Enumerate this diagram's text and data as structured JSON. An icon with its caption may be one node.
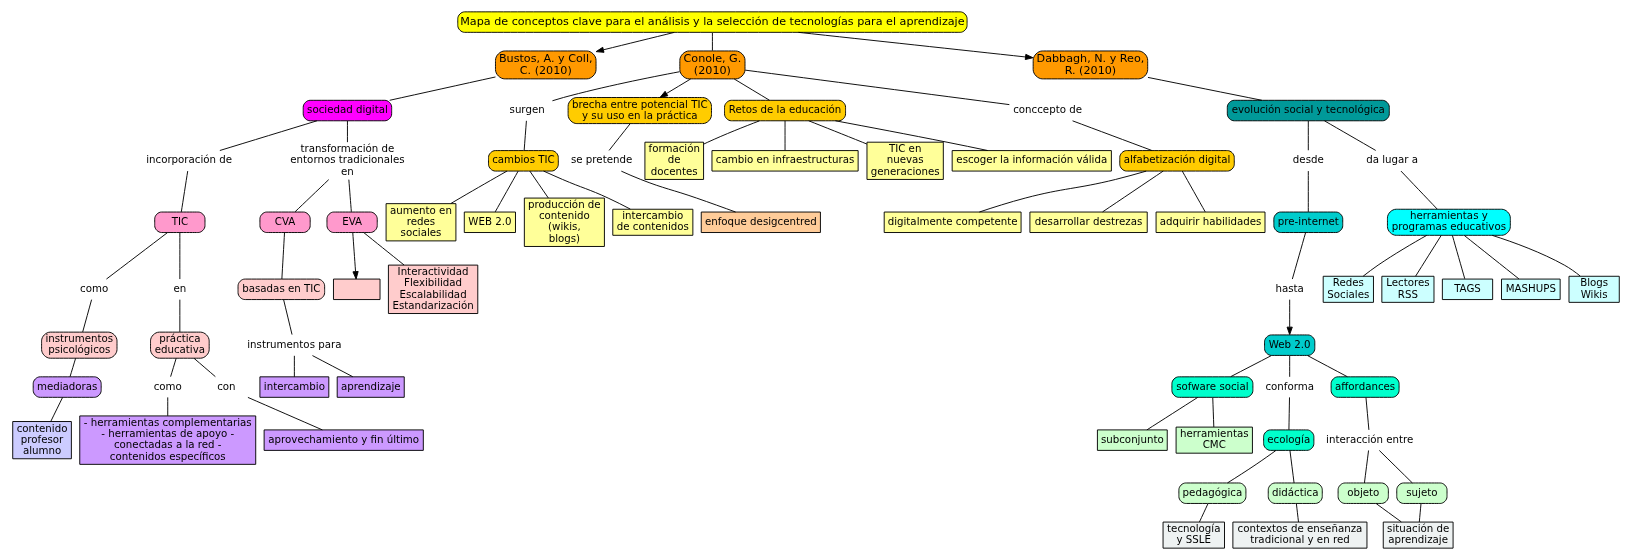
{
  "diagram": {
    "nodes": [
      {
        "text": [
          "Mapa de conceptos clave para el análisis y la selección de tecnologías para el aprendizaje"
        ]
      },
      {
        "text": [
          "Bustos, A. y Coll, C. (2010)"
        ]
      },
      {
        "text": [
          "Conole, G. (2010)"
        ]
      },
      {
        "text": [
          "Dabbagh, N. y Reo, R. (2010)"
        ]
      },
      {
        "text": [
          "sociedad digital"
        ]
      },
      {
        "text": [
          "incorporación de"
        ]
      },
      {
        "text": [
          "transformación de entornos tradicionales en"
        ]
      },
      {
        "text": [
          "TIC"
        ]
      },
      {
        "text": [
          "como"
        ]
      },
      {
        "text": [
          "en"
        ]
      },
      {
        "text": [
          "instrumentos psicológicos"
        ]
      },
      {
        "text": [
          "práctica educativa"
        ]
      },
      {
        "text": [
          "mediadoras"
        ]
      },
      {
        "text": [
          "contenido profesor alumno"
        ]
      },
      {
        "text": [
          "como"
        ]
      },
      {
        "text": [
          "con"
        ]
      },
      {
        "text": [
          "aprovechamiento y fin último"
        ]
      },
      {
        "text": [
          "- herramientas complementarias - herramientas de apoyo - conectadas a la red - contenidos específicos"
        ]
      },
      {
        "text": [
          "CVA"
        ]
      },
      {
        "text": [
          "EVA"
        ]
      },
      {
        "text": [],
        "shape": "box"
      },
      {
        "text": [
          "Interactividad Flexibilidad Escalabilidad Estandarización"
        ]
      },
      {
        "text": [
          "basadas en TIC"
        ]
      },
      {
        "text": [
          "instrumentos para"
        ]
      },
      {
        "text": [
          "intercambio"
        ]
      },
      {
        "text": [
          "aprendizaje"
        ]
      },
      {
        "text": [
          "surgen"
        ]
      },
      {
        "text": [
          "cambios TIC"
        ]
      },
      {
        "text": [
          "aumento en redes sociales"
        ]
      },
      {
        "text": [
          "WEB 2.0"
        ]
      },
      {
        "text": [
          "producción de contenido (wikis, blogs)"
        ]
      },
      {
        "text": [
          "intercambio de contenidos"
        ]
      },
      {
        "text": [
          "brecha entre potencial TIC y su uso en la práctica"
        ]
      },
      {
        "text": [
          "se pretende"
        ]
      },
      {
        "text": [
          "enfoque desigcentred"
        ]
      },
      {
        "text": [
          "Retos de la educación"
        ]
      },
      {
        "text": [
          "formación de docentes"
        ]
      },
      {
        "text": [
          "cambio en infraestructuras"
        ]
      },
      {
        "text": [
          "TIC en nuevas generaciones"
        ]
      },
      {
        "text": [
          "escoger la información válida"
        ]
      },
      {
        "text": [
          "conccepto de"
        ]
      },
      {
        "text": [
          "alfabetización digital"
        ]
      },
      {
        "text": [
          "digitalmente competente"
        ]
      },
      {
        "text": [
          "desarrollar destrezas"
        ]
      },
      {
        "text": [
          "adquirir habilidades"
        ]
      },
      {
        "text": [
          "evolución social y tecnológica"
        ]
      },
      {
        "text": [
          "desde"
        ]
      },
      {
        "text": [
          "da lugar a"
        ]
      },
      {
        "text": [
          "pre-internet"
        ]
      },
      {
        "text": [
          "hasta"
        ]
      },
      {
        "text": [
          "Web 2.0"
        ]
      },
      {
        "text": [
          "herramientas y programas educativos"
        ]
      },
      {
        "text": [
          "sofware social"
        ]
      },
      {
        "text": [
          "conforma"
        ]
      },
      {
        "text": [
          "subconjunto"
        ]
      },
      {
        "text": [
          "herramientas CMC"
        ]
      },
      {
        "text": [
          "ecología"
        ]
      },
      {
        "text": [
          "pedagógica"
        ]
      },
      {
        "text": [
          "didáctica"
        ]
      },
      {
        "text": [
          "contextos de enseñanza tradicional y en red"
        ]
      },
      {
        "text": [
          "tecnología y SSLE"
        ]
      },
      {
        "text": [
          "affordances"
        ]
      },
      {
        "text": [
          "interacción entre"
        ]
      },
      {
        "text": [
          "objeto"
        ]
      },
      {
        "text": [
          "sujeto"
        ]
      },
      {
        "text": [
          "situación de aprendizaje"
        ]
      },
      {
        "text": [
          "Redes Sociales"
        ]
      },
      {
        "text": [
          "Lectores RSS"
        ]
      },
      {
        "text": [
          "TAGS"
        ]
      },
      {
        "text": [
          "MASHUPS"
        ]
      },
      {
        "text": [
          "Blogs Wikis"
        ]
      }
    ],
    "edges": [
      {
        "from": 0,
        "to": 1,
        "arrow": "to"
      },
      {
        "from": 0,
        "to": 2,
        "arrow": "none"
      },
      {
        "from": 0,
        "to": 3,
        "arrow": "to"
      },
      {
        "from": 1,
        "to": 4,
        "arrow": "none"
      },
      {
        "from": 4,
        "to": 5,
        "arrow": "none"
      },
      {
        "from": 4,
        "to": 6,
        "arrow": "none"
      },
      {
        "from": 5,
        "to": 7,
        "arrow": "none"
      },
      {
        "from": 7,
        "to": 8,
        "arrow": "none"
      },
      {
        "from": 7,
        "to": 9,
        "arrow": "none"
      },
      {
        "from": 8,
        "to": 10,
        "arrow": "none"
      },
      {
        "from": 9,
        "to": 11,
        "arrow": "none"
      },
      {
        "from": 10,
        "to": 12,
        "arrow": "none"
      },
      {
        "from": 12,
        "to": 13,
        "arrow": "none"
      },
      {
        "from": 11,
        "to": 14,
        "arrow": "none"
      },
      {
        "from": 11,
        "to": 15,
        "arrow": "none"
      },
      {
        "from": 15,
        "to": 16,
        "arrow": "none"
      },
      {
        "from": 14,
        "to": 17,
        "arrow": "none"
      },
      {
        "from": 6,
        "to": 18,
        "arrow": "none"
      },
      {
        "from": 6,
        "to": 19,
        "arrow": "none"
      },
      {
        "from": 19,
        "to": 20,
        "arrow": "to"
      },
      {
        "from": 19,
        "to": 21,
        "arrow": "none"
      },
      {
        "from": 18,
        "to": 22,
        "arrow": "none"
      },
      {
        "from": 22,
        "to": 23,
        "arrow": "none"
      },
      {
        "from": 23,
        "to": 24,
        "arrow": "none"
      },
      {
        "from": 23,
        "to": 25,
        "arrow": "none"
      },
      {
        "from": 2,
        "to": 26,
        "arrow": "none"
      },
      {
        "from": 26,
        "to": 27,
        "arrow": "none"
      },
      {
        "from": 27,
        "to": 28,
        "arrow": "none"
      },
      {
        "from": 27,
        "to": 29,
        "arrow": "none"
      },
      {
        "from": 27,
        "to": 30,
        "arrow": "none"
      },
      {
        "from": 27,
        "to": 31,
        "arrow": "none"
      },
      {
        "from": 2,
        "to": 32,
        "arrow": "to"
      },
      {
        "from": 32,
        "to": 33,
        "arrow": "none"
      },
      {
        "from": 33,
        "to": 34,
        "arrow": "none"
      },
      {
        "from": 2,
        "to": 35,
        "arrow": "none"
      },
      {
        "from": 35,
        "to": 36,
        "arrow": "none"
      },
      {
        "from": 35,
        "to": 38,
        "arrow": "none"
      },
      {
        "from": 35,
        "to": 39,
        "arrow": "none"
      },
      {
        "from": 35,
        "to": 37,
        "arrow": "none"
      },
      {
        "from": 2,
        "to": 40,
        "arrow": "none"
      },
      {
        "from": 40,
        "to": 41,
        "arrow": "none"
      },
      {
        "from": 41,
        "to": 42,
        "arrow": "none"
      },
      {
        "from": 41,
        "to": 44,
        "arrow": "none"
      },
      {
        "from": 41,
        "to": 43,
        "arrow": "none"
      },
      {
        "from": 3,
        "to": 45,
        "arrow": "none"
      },
      {
        "from": 45,
        "to": 46,
        "arrow": "none"
      },
      {
        "from": 45,
        "to": 47,
        "arrow": "none"
      },
      {
        "from": 46,
        "to": 48,
        "arrow": "none"
      },
      {
        "from": 48,
        "to": 49,
        "arrow": "none"
      },
      {
        "from": 49,
        "to": 50,
        "arrow": "to"
      },
      {
        "from": 47,
        "to": 51,
        "arrow": "none"
      },
      {
        "from": 50,
        "to": 52,
        "arrow": "none"
      },
      {
        "from": 50,
        "to": 53,
        "arrow": "none"
      },
      {
        "from": 50,
        "to": 61,
        "arrow": "none"
      },
      {
        "from": 52,
        "to": 54,
        "arrow": "none"
      },
      {
        "from": 52,
        "to": 55,
        "arrow": "none"
      },
      {
        "from": 53,
        "to": 56,
        "arrow": "none"
      },
      {
        "from": 56,
        "to": 57,
        "arrow": "none"
      },
      {
        "from": 56,
        "to": 58,
        "arrow": "none"
      },
      {
        "from": 58,
        "to": 59,
        "arrow": "none"
      },
      {
        "from": 57,
        "to": 60,
        "arrow": "none"
      },
      {
        "from": 61,
        "to": 62,
        "arrow": "none"
      },
      {
        "from": 62,
        "to": 63,
        "arrow": "none"
      },
      {
        "from": 62,
        "to": 64,
        "arrow": "none"
      },
      {
        "from": 63,
        "to": 65,
        "arrow": "none"
      },
      {
        "from": 64,
        "to": 65,
        "arrow": "none"
      },
      {
        "from": 51,
        "to": 66,
        "arrow": "none"
      },
      {
        "from": 51,
        "to": 68,
        "arrow": "none"
      },
      {
        "from": 51,
        "to": 67,
        "arrow": "none"
      },
      {
        "from": 51,
        "to": 69,
        "arrow": "none"
      },
      {
        "from": 51,
        "to": 70,
        "arrow": "none"
      }
    ]
  }
}
